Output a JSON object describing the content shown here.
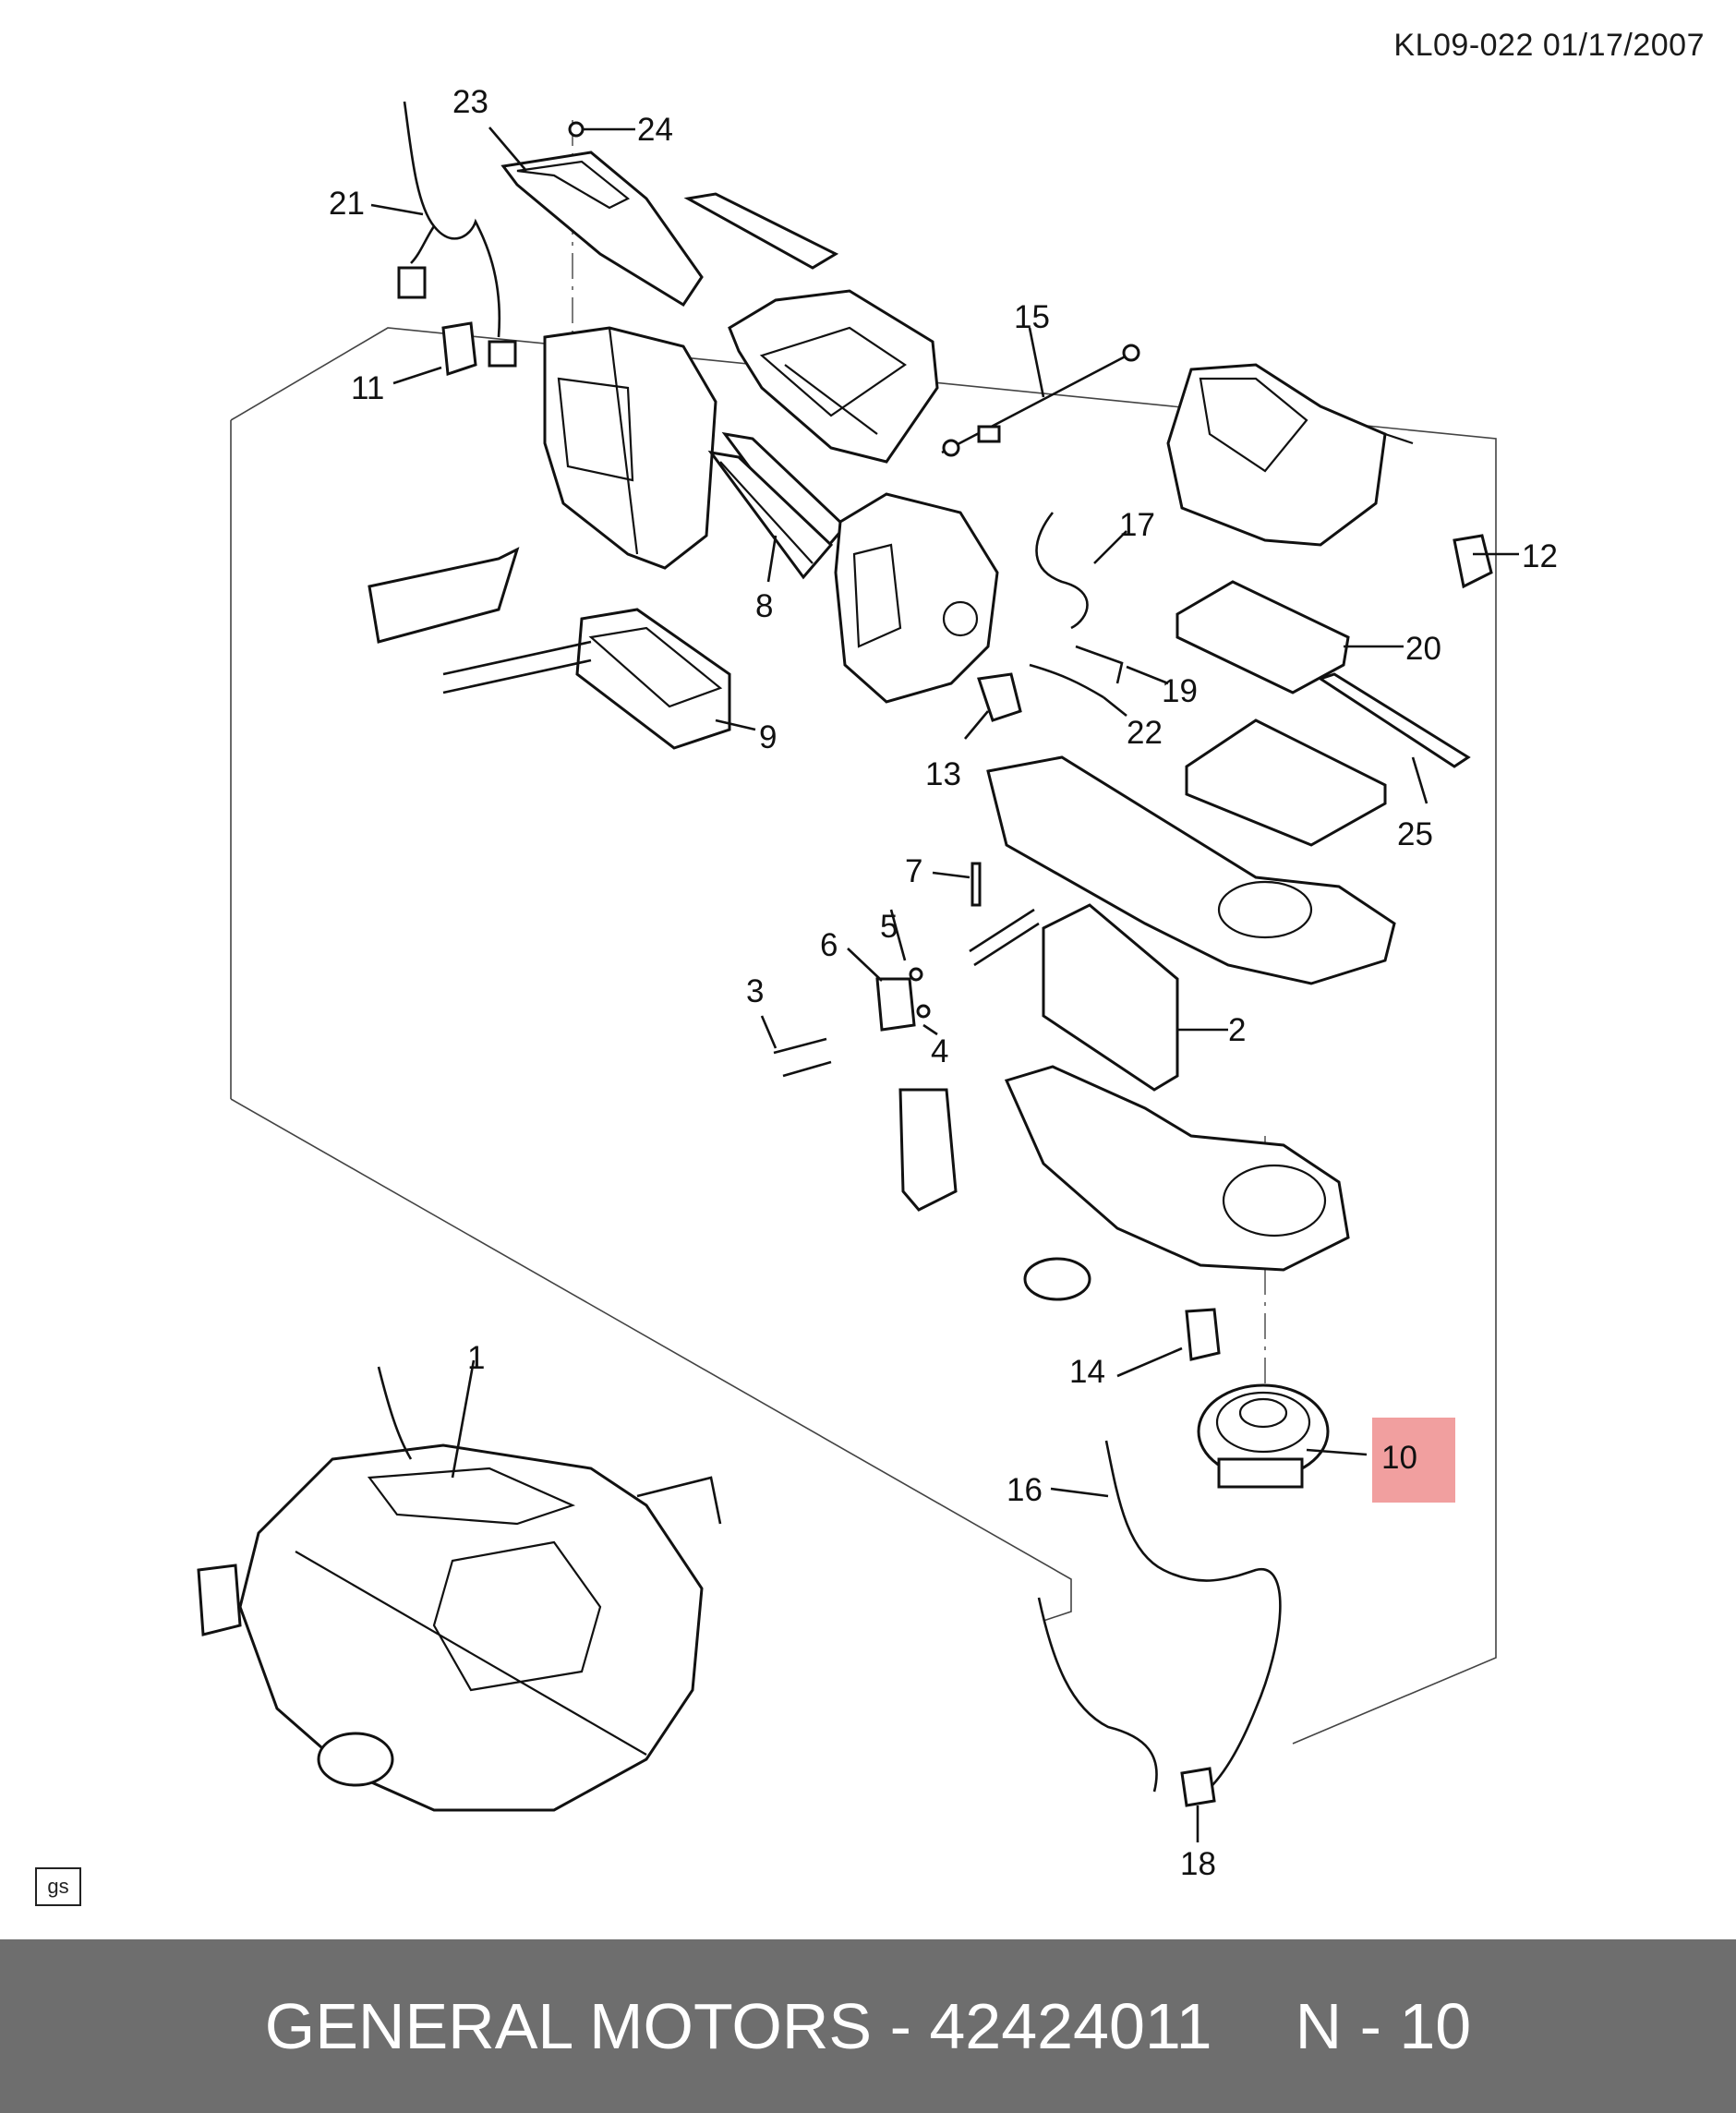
{
  "document": {
    "reference": "KL09-022  01/17/2007",
    "corner_tag": "gs"
  },
  "highlighted_callout": "10",
  "callouts": [
    "1",
    "2",
    "3",
    "4",
    "5",
    "6",
    "7",
    "8",
    "9",
    "10",
    "11",
    "12",
    "13",
    "14",
    "15",
    "16",
    "17",
    "18",
    "19",
    "20",
    "21",
    "22",
    "23",
    "24",
    "25"
  ],
  "footer": {
    "brand_part": "GENERAL MOTORS - 42424011",
    "diagram_ref": "N - 10"
  },
  "colors": {
    "highlight": "#ef8e8e",
    "footer_band": "#6e6e6e",
    "footer_text": "#ffffff"
  }
}
